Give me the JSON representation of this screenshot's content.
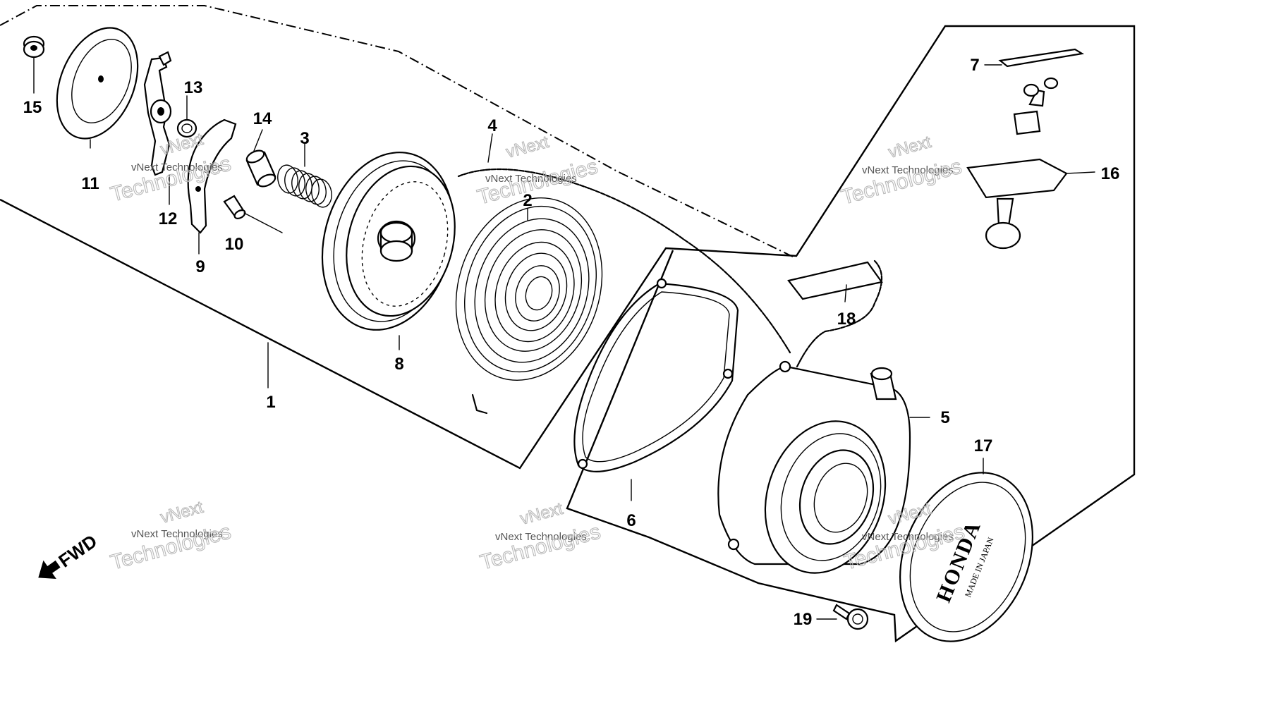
{
  "diagram": {
    "parts": [
      {
        "number": "1"
      },
      {
        "number": "2"
      },
      {
        "number": "3"
      },
      {
        "number": "4"
      },
      {
        "number": "5"
      },
      {
        "number": "6"
      },
      {
        "number": "7"
      },
      {
        "number": "8"
      },
      {
        "number": "9"
      },
      {
        "number": "10"
      },
      {
        "number": "11"
      },
      {
        "number": "12"
      },
      {
        "number": "13"
      },
      {
        "number": "14"
      },
      {
        "number": "15"
      },
      {
        "number": "16"
      },
      {
        "number": "17"
      },
      {
        "number": "18"
      },
      {
        "number": "19"
      }
    ],
    "direction_label": "FWD",
    "cover_brand": "HONDA",
    "cover_subtext": "MADE IN JAPAN",
    "watermark": {
      "line1": "vNext Technologies",
      "line2a": "vNext",
      "line2b": "Technologies"
    }
  }
}
